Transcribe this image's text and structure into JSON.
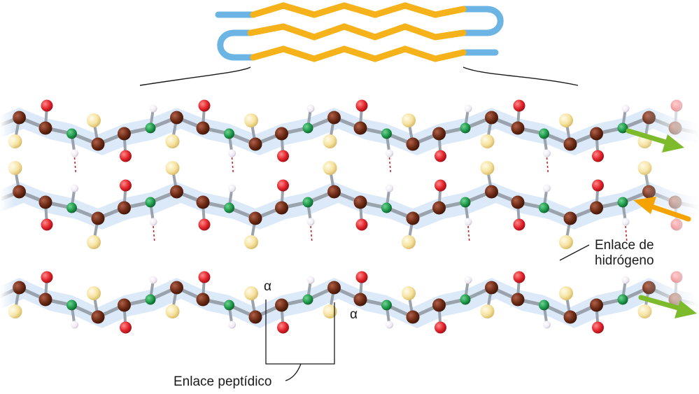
{
  "labels": {
    "hbond_line1": "Enlace de",
    "hbond_line2": "hidrógeno",
    "peptide": "Enlace peptídico",
    "alpha_1": "α",
    "alpha_2": "α"
  },
  "colors": {
    "strand_orange": "#f6b21a",
    "turn_blue": "#6cb4e4",
    "sheet_band": "#cfe1f5",
    "bond_gray": "#9aa3ad",
    "carbon": "#6b2a14",
    "nitrogen": "#1f9a4a",
    "oxygen": "#e1242b",
    "hydrogen": "#f3eef6",
    "side_chain": "#f6e3a0",
    "hbond": "#c0272d",
    "arrow_green": "#7dbb2c",
    "arrow_orange": "#f5a300"
  }
}
